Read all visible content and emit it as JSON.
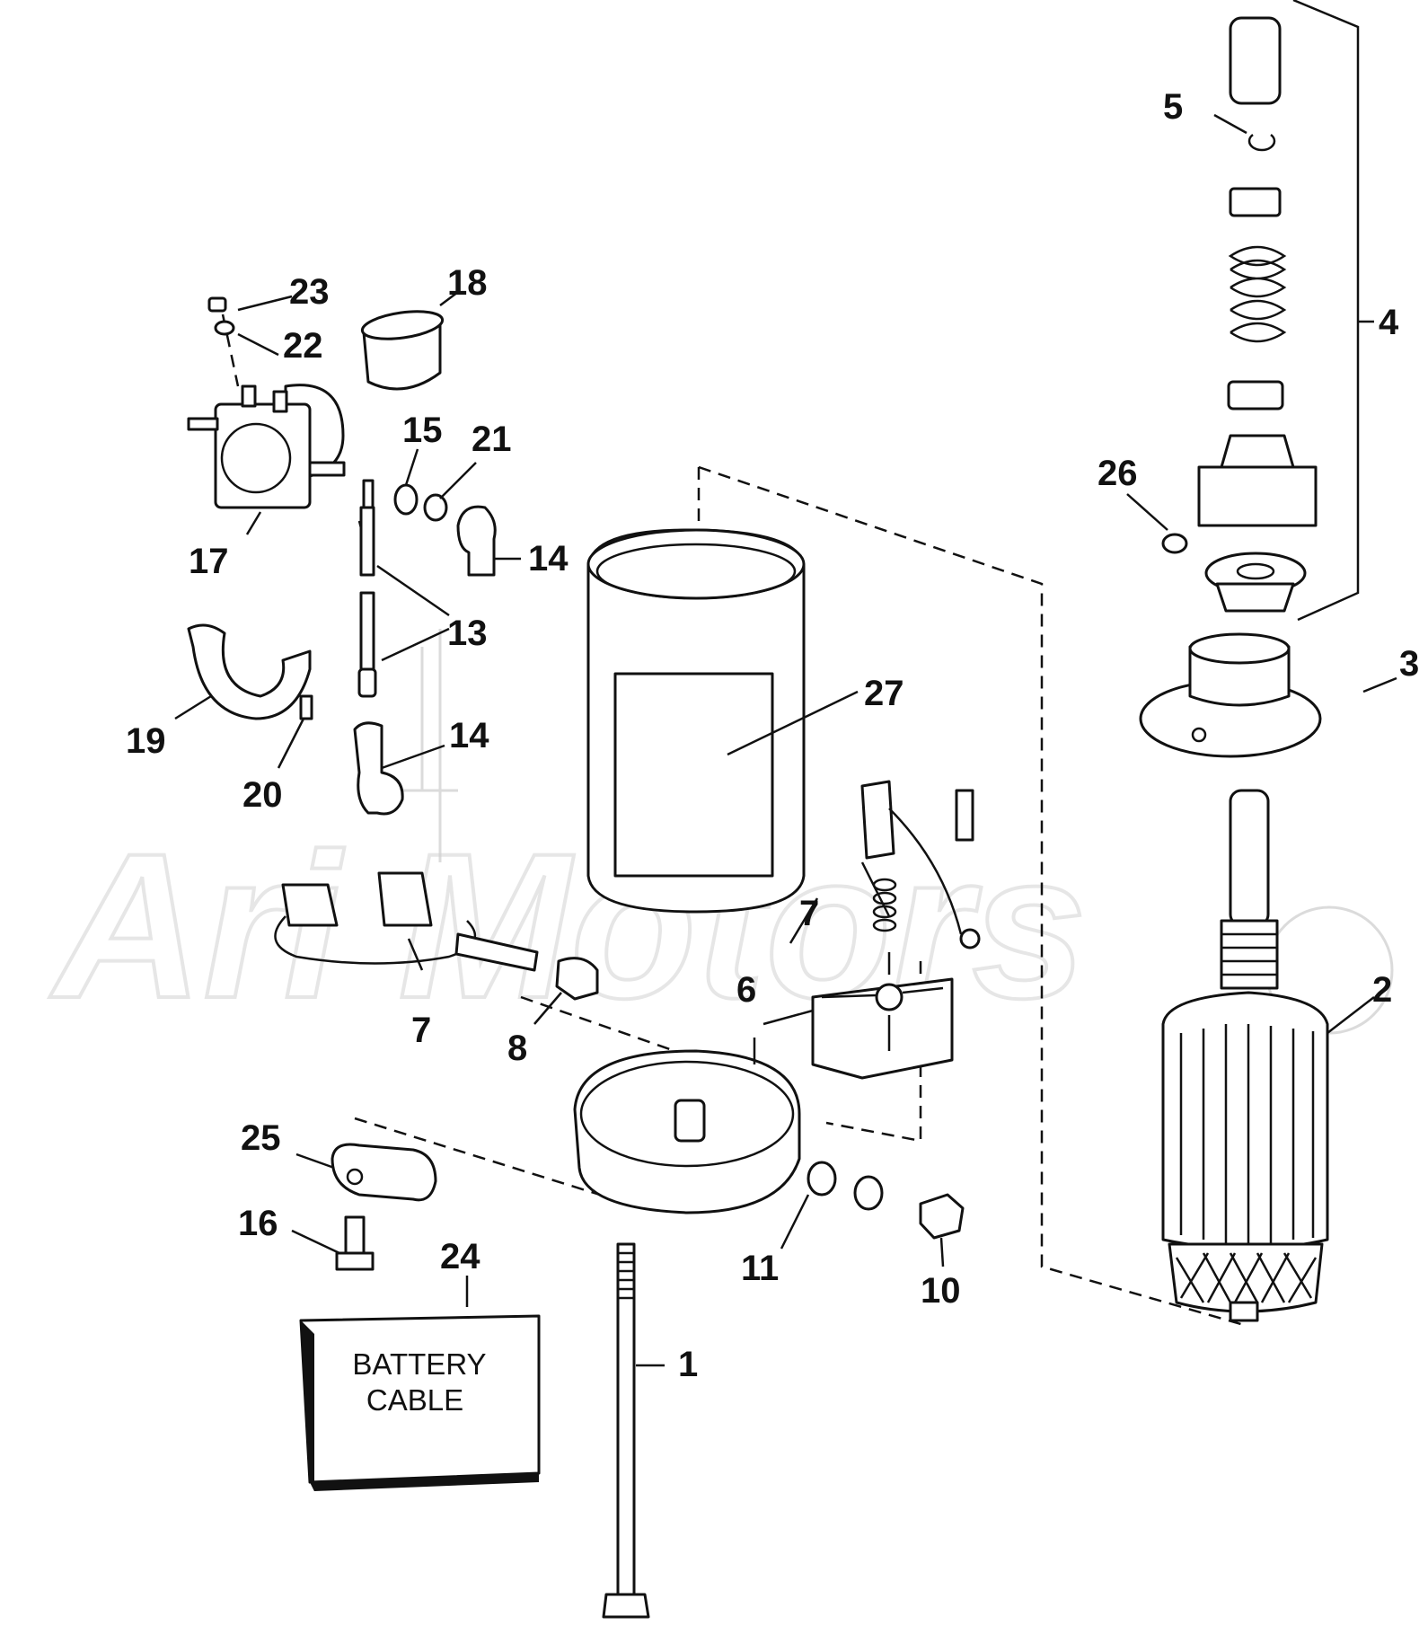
{
  "callouts": {
    "c1": "1",
    "c2": "2",
    "c3": "3",
    "c4": "4",
    "c5": "5",
    "c6": "6",
    "c7a": "7",
    "c7b": "7",
    "c8": "8",
    "c10": "10",
    "c11": "11",
    "c13": "13",
    "c14a": "14",
    "c14b": "14",
    "c15": "15",
    "c16": "16",
    "c17": "17",
    "c18": "18",
    "c19": "19",
    "c20": "20",
    "c21": "21",
    "c22": "22",
    "c23": "23",
    "c24": "24",
    "c25": "25",
    "c26": "26",
    "c27": "27"
  },
  "battery_cable_box": {
    "line1": "BATTERY",
    "line2": "CABLE"
  },
  "watermark": {
    "text": "Ari Motors"
  }
}
